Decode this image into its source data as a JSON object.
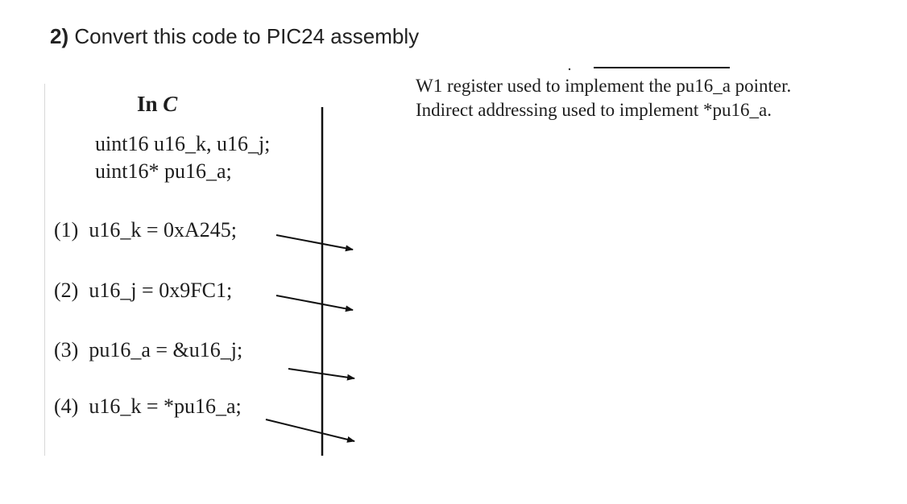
{
  "question": {
    "number": "2)",
    "text": "Convert this code to PIC24 assembly"
  },
  "panel": {
    "header_bold": "In ",
    "header_lang": "C",
    "declarations": [
      "uint16 u16_k, u16_j;",
      "uint16* pu16_a;"
    ],
    "statements": [
      "(1)  u16_k = 0xA245;",
      "(2)  u16_j = 0x9FC1;",
      "(3)  pu16_a = &u16_j;",
      "(4)  u16_k = *pu16_a;"
    ]
  },
  "notes": [
    "W1 register used to implement the pu16_a pointer.",
    "Indirect addressing used to implement *pu16_a."
  ]
}
